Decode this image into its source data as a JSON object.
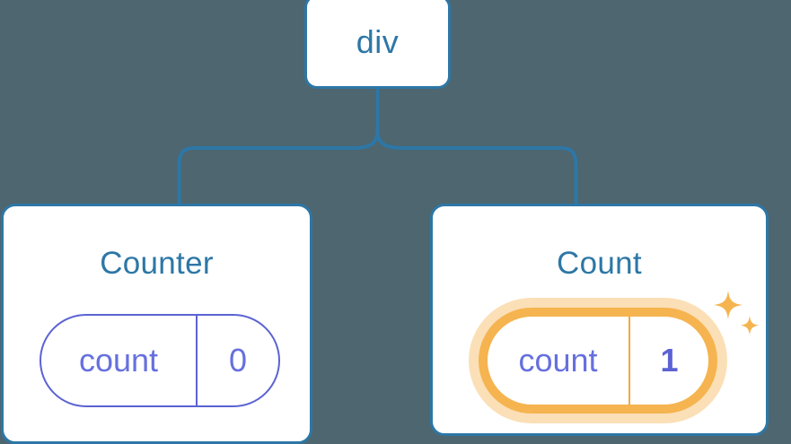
{
  "diagram": {
    "type": "component-tree",
    "background_color": "#4d6670",
    "edge_color": "#2d77a6",
    "root": {
      "label": "div",
      "border_color": "#2d77a6",
      "text_color": "#2d77a6"
    },
    "children": [
      {
        "title": "Counter",
        "title_color": "#2d77a6",
        "state": {
          "key": "count",
          "value": "0",
          "key_color": "#6670de",
          "value_color": "#6670de",
          "outline_color": "#5b63d3",
          "highlighted": "false"
        }
      },
      {
        "title": "Count",
        "title_color": "#2d77a6",
        "state": {
          "key": "count",
          "value": "1",
          "key_color": "#6670de",
          "value_color": "#5b63d3",
          "outline_color": "#f5b44f",
          "halo_color": "#fbdfb6",
          "highlighted": "true"
        },
        "decoration": {
          "icon": "sparkles-icon",
          "color": "#f5b44f",
          "count": "2"
        }
      }
    ]
  }
}
